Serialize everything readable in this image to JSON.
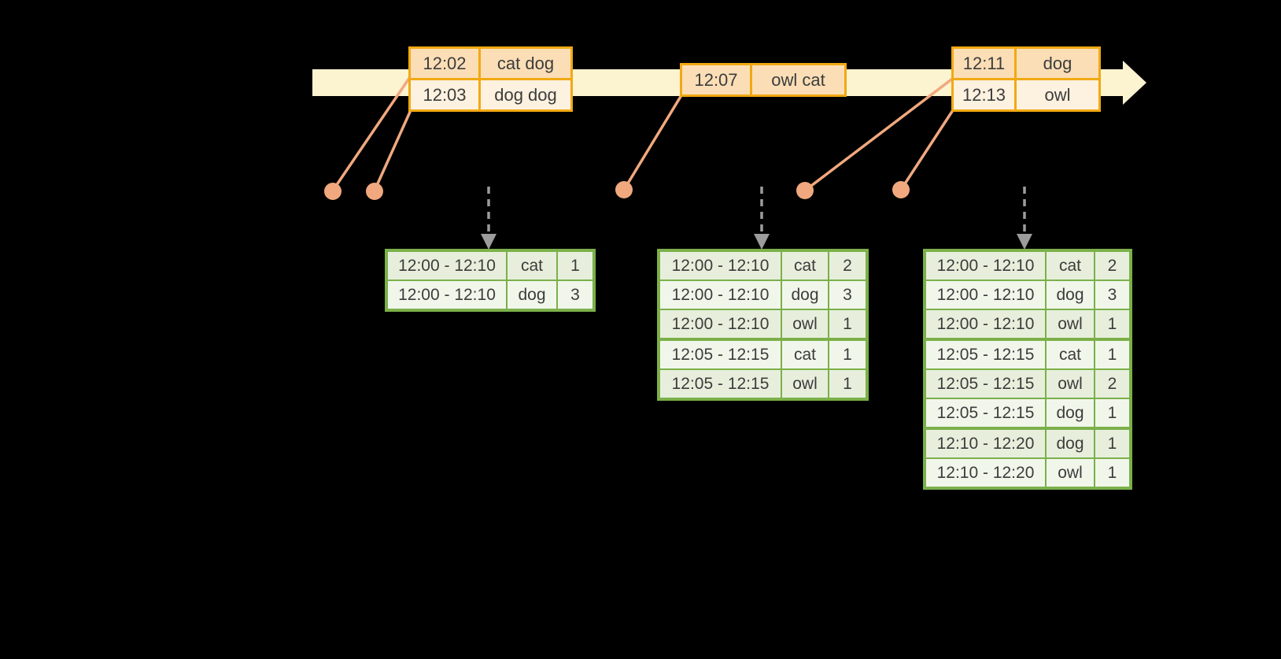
{
  "colors": {
    "background": "#000000",
    "timeline_band": "#FCF3D0",
    "event_box_border": "#F1A912",
    "event_row_dark": "#FBDEB6",
    "event_row_light": "#FDF1DF",
    "connector_and_dots": "#F1A87E",
    "result_table_border": "#7BB04A",
    "result_row_dark": "#E7EFDC",
    "result_row_light": "#F1F6EA",
    "trigger_arrow": "#9C9C9C",
    "text": "#3C3C3C"
  },
  "event_boxes": [
    {
      "rows": [
        [
          "12:02",
          "cat dog"
        ],
        [
          "12:03",
          "dog dog"
        ]
      ]
    },
    {
      "rows": [
        [
          "12:07",
          "owl cat"
        ]
      ]
    },
    {
      "rows": [
        [
          "12:11",
          "dog"
        ],
        [
          "12:13",
          "owl"
        ]
      ]
    }
  ],
  "result_tables": [
    {
      "rows": [
        [
          "12:00 - 12:10",
          "cat",
          "1"
        ],
        [
          "12:00 - 12:10",
          "dog",
          "3"
        ]
      ]
    },
    {
      "rows": [
        [
          "12:00 - 12:10",
          "cat",
          "2"
        ],
        [
          "12:00 - 12:10",
          "dog",
          "3"
        ],
        [
          "12:00 - 12:10",
          "owl",
          "1"
        ],
        [
          "12:05 - 12:15",
          "cat",
          "1"
        ],
        [
          "12:05 - 12:15",
          "owl",
          "1"
        ]
      ]
    },
    {
      "rows": [
        [
          "12:00 - 12:10",
          "cat",
          "2"
        ],
        [
          "12:00 - 12:10",
          "dog",
          "3"
        ],
        [
          "12:00 - 12:10",
          "owl",
          "1"
        ],
        [
          "12:05 - 12:15",
          "cat",
          "1"
        ],
        [
          "12:05 - 12:15",
          "owl",
          "2"
        ],
        [
          "12:05 - 12:15",
          "dog",
          "1"
        ],
        [
          "12:10 - 12:20",
          "dog",
          "1"
        ],
        [
          "12:10 - 12:20",
          "owl",
          "1"
        ]
      ]
    }
  ]
}
